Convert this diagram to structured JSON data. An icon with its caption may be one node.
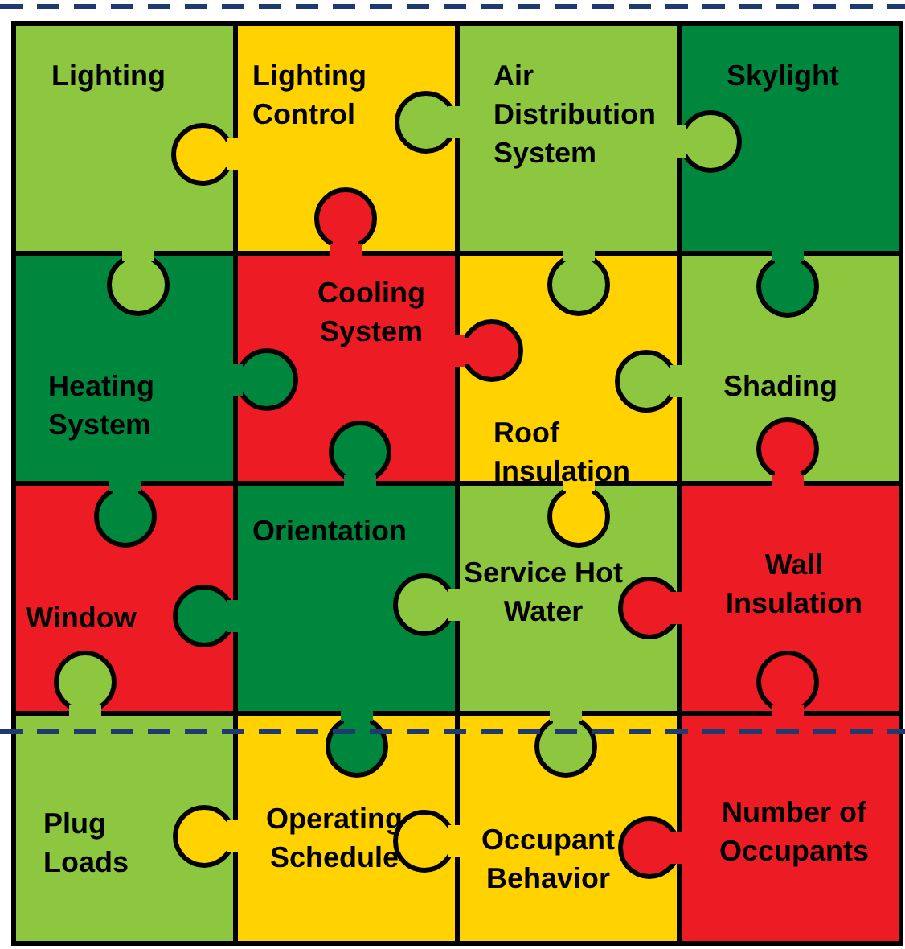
{
  "diagram": {
    "nodes": [
      {
        "text": [
          "Lighting"
        ]
      },
      {
        "text": [
          "Lighting Control"
        ]
      },
      {
        "text": [
          "Air Distribution System"
        ]
      },
      {
        "text": [
          "Skylight"
        ]
      },
      {
        "text": [
          "Heating System"
        ]
      },
      {
        "text": [
          "Cooling System"
        ]
      },
      {
        "text": [
          "Roof Insulation"
        ]
      },
      {
        "text": [
          "Shading"
        ]
      },
      {
        "text": [
          "Window"
        ]
      },
      {
        "text": [
          "Orientation"
        ]
      },
      {
        "text": [
          "Service Hot Water"
        ]
      },
      {
        "text": [
          "Wall Insulation"
        ]
      },
      {
        "text": [
          "Plug Loads"
        ]
      },
      {
        "text": [
          "Operating Schedule"
        ]
      },
      {
        "text": [
          "Occupant Behavior"
        ]
      },
      {
        "text": [
          "Number of Occupants"
        ]
      }
    ]
  }
}
